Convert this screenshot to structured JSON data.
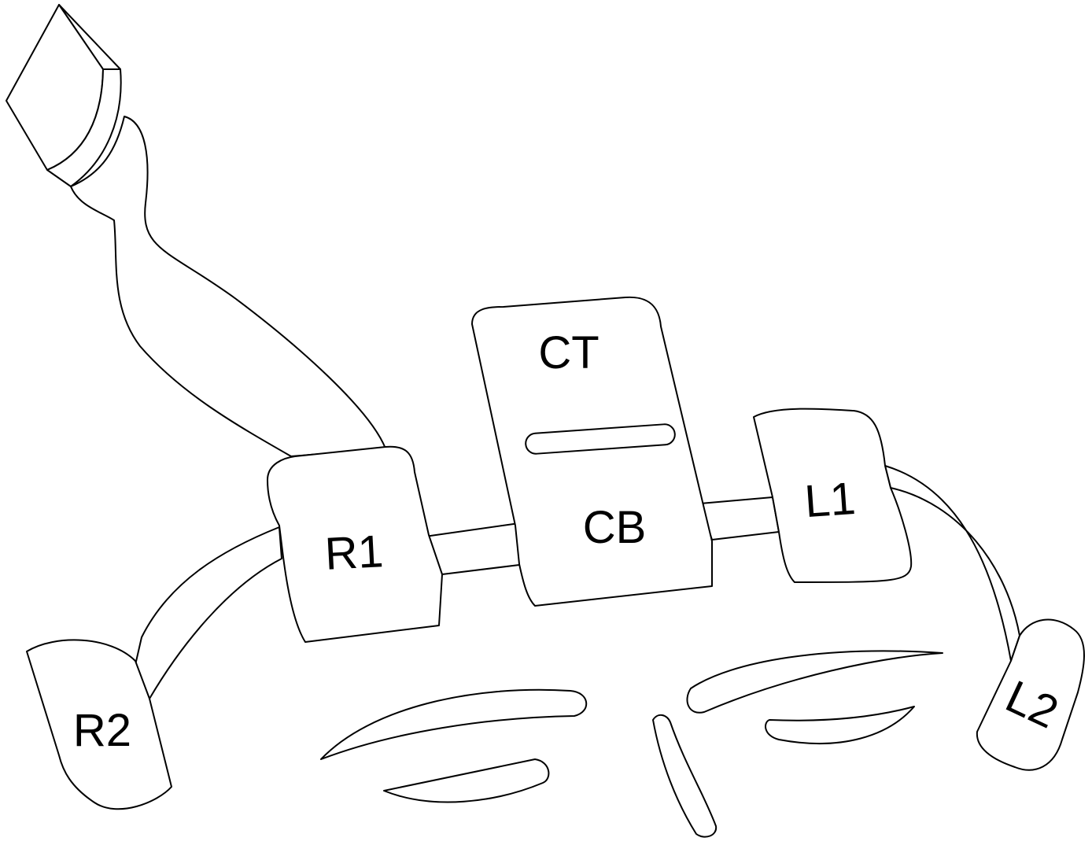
{
  "labels": {
    "ct": "CT",
    "cb": "CB",
    "r1": "R1",
    "r2": "R2",
    "l1": "L1",
    "l2": "L2"
  },
  "colors": {
    "stroke": "#000000",
    "background": "#ffffff"
  }
}
